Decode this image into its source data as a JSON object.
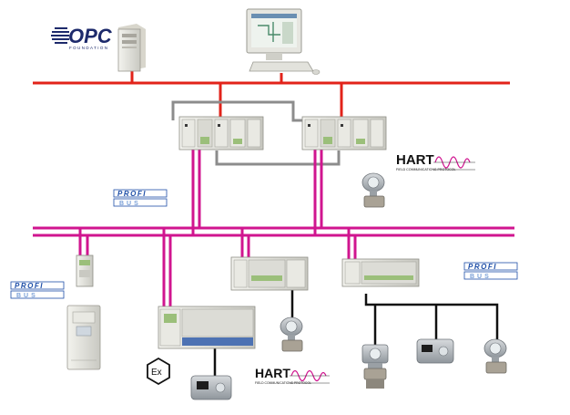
{
  "logos": {
    "opc": {
      "name": "OPC",
      "sub": "FOUNDATION"
    },
    "profibus": {
      "name": "PROFI",
      "sub": "BUS"
    },
    "hart": {
      "name": "HART",
      "sub": "FIELD COMMUNICATIONS PROTOCOL"
    },
    "ex": {
      "name": "Ex"
    }
  },
  "colors": {
    "ethernet": "#e2231a",
    "fieldbus": "#d0158f",
    "redundancy": "#8c8c8c",
    "instrument_line": "#111111",
    "device_body": "#dcdcd6",
    "module_accent": "#9bbf7a",
    "profibus_blue": "#1f4fa8"
  }
}
